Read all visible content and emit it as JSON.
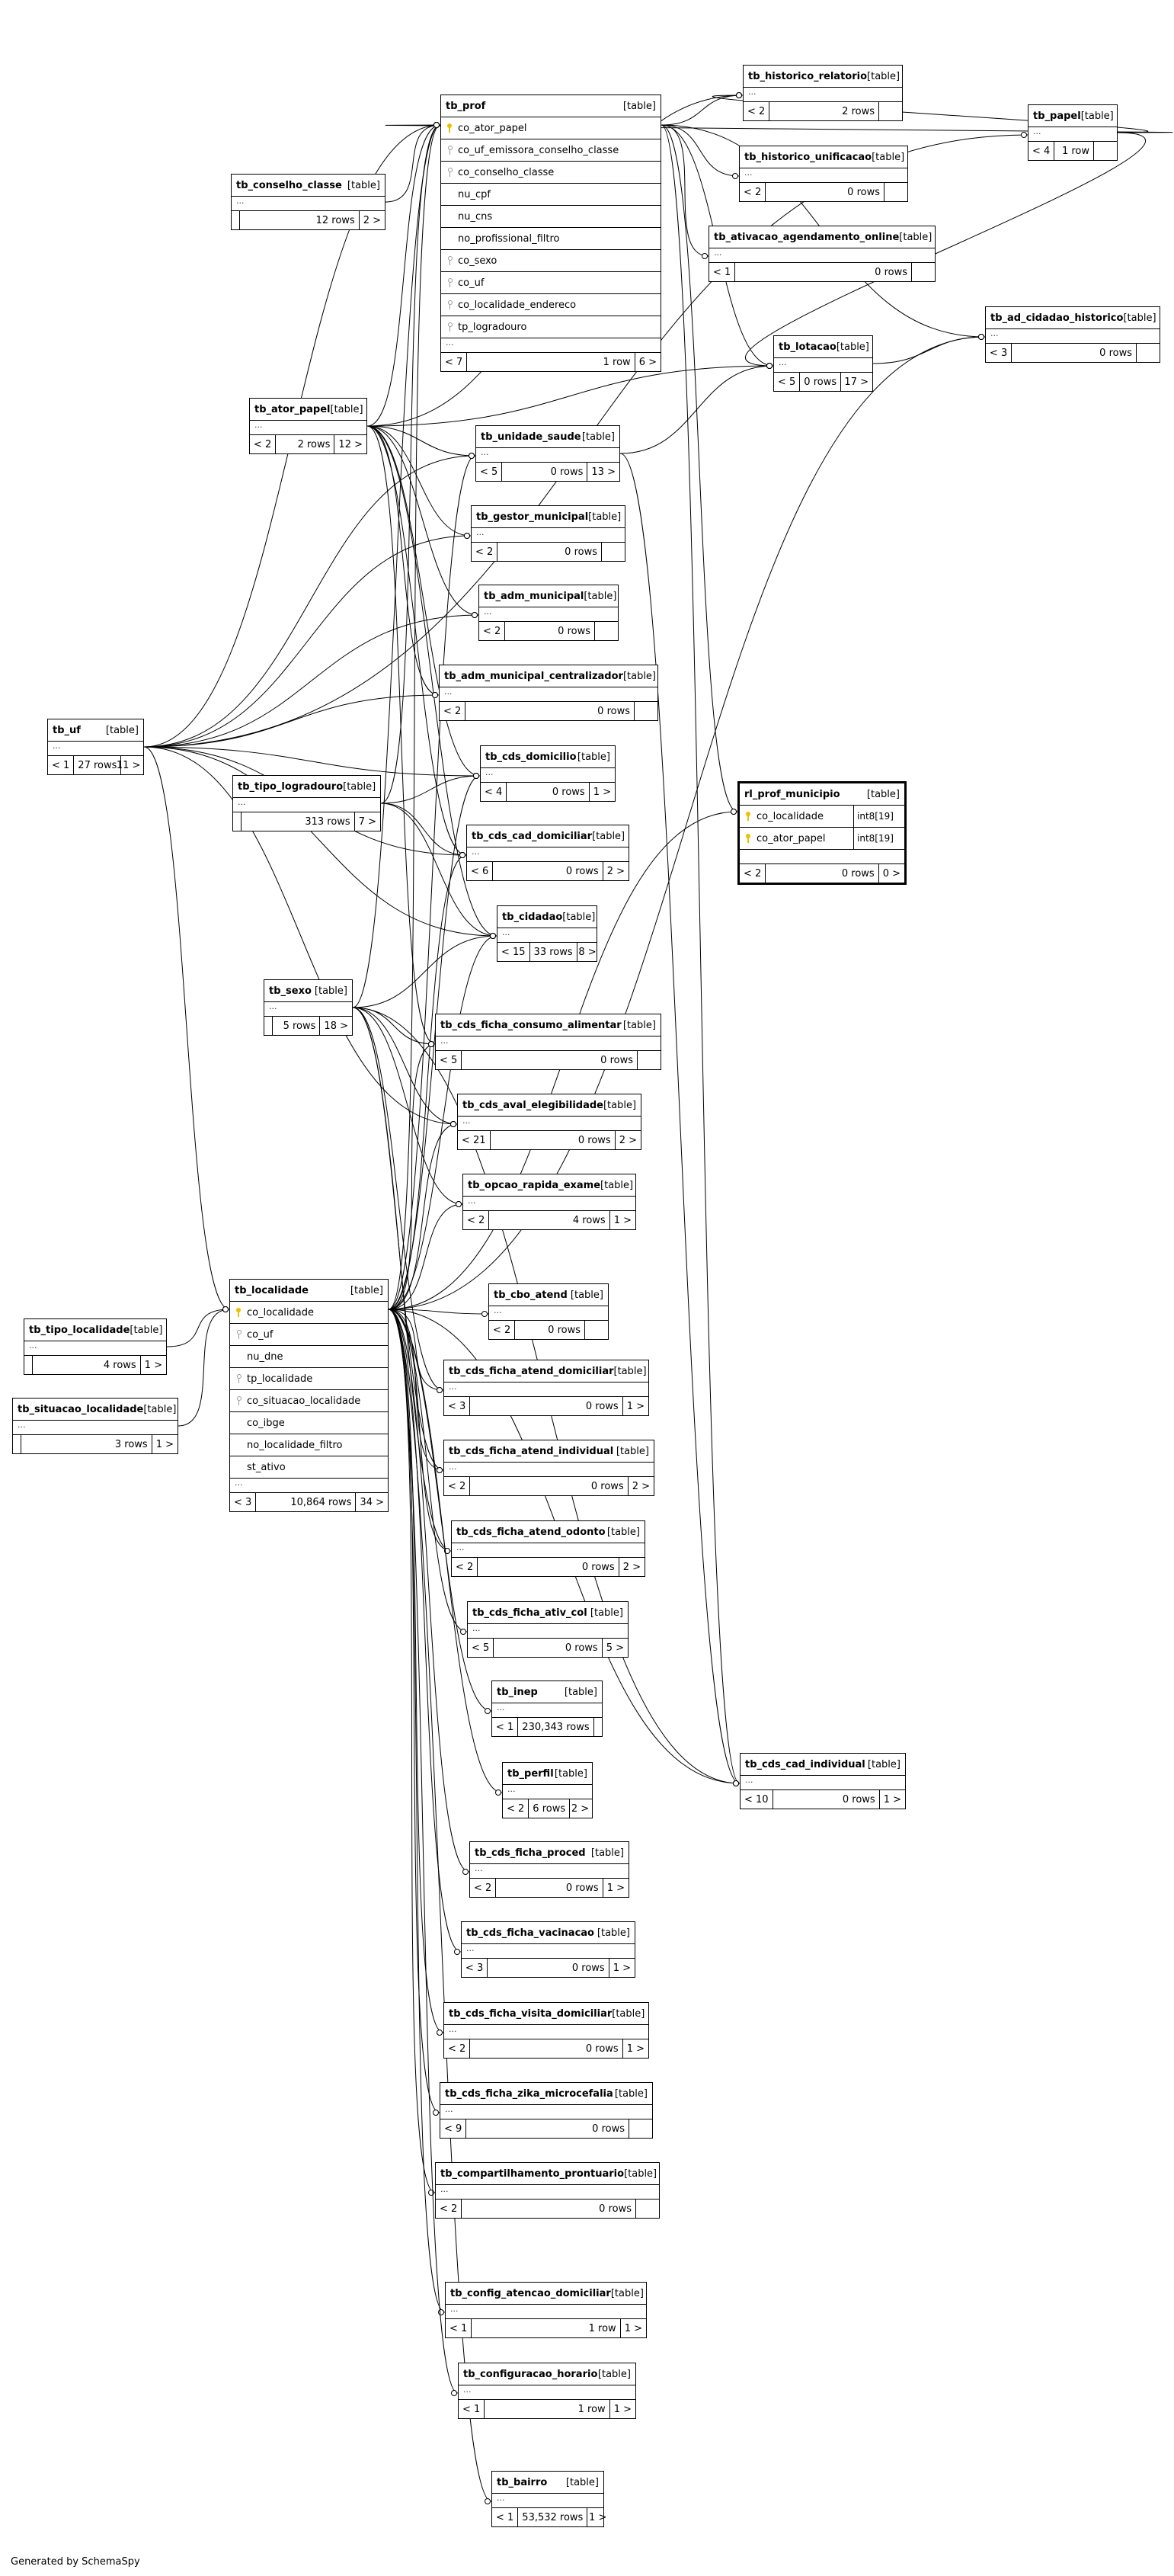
{
  "footer": "Generated by SchemaSpy",
  "table_tag": "[table]",
  "tables": [
    {
      "id": "tb_prof",
      "name": "tb_prof",
      "columns": [
        {
          "name": "co_ator_papel",
          "key": "pk"
        },
        {
          "name": "co_uf_emissora_conselho_classe",
          "key": "fk"
        },
        {
          "name": "co_conselho_classe",
          "key": "fk"
        },
        {
          "name": "nu_cpf",
          "key": "none"
        },
        {
          "name": "nu_cns",
          "key": "none"
        },
        {
          "name": "no_profissional_filtro",
          "key": "none"
        },
        {
          "name": "co_sexo",
          "key": "fk"
        },
        {
          "name": "co_uf",
          "key": "fk"
        },
        {
          "name": "co_localidade_endereco",
          "key": "fk"
        },
        {
          "name": "tp_logradouro",
          "key": "fk"
        }
      ],
      "dots": "...",
      "footer": [
        "< 7",
        "1 row",
        "6 >"
      ]
    },
    {
      "id": "tb_historico_relatorio",
      "name": "tb_historico_relatorio",
      "columns": [],
      "dots": "...",
      "footer": [
        "< 2",
        "2 rows",
        ""
      ]
    },
    {
      "id": "tb_historico_unificacao",
      "name": "tb_historico_unificacao",
      "columns": [],
      "dots": "...",
      "footer": [
        "< 2",
        "0 rows",
        ""
      ]
    },
    {
      "id": "tb_papel",
      "name": "tb_papel",
      "columns": [],
      "dots": "...",
      "footer": [
        "< 4",
        "1 row",
        ""
      ]
    },
    {
      "id": "tb_conselho_classe",
      "name": "tb_conselho_classe",
      "columns": [],
      "dots": "...",
      "footer": [
        "",
        "12 rows",
        "2 >"
      ]
    },
    {
      "id": "tb_ativacao_agendamento_online",
      "name": "tb_ativacao_agendamento_online",
      "columns": [],
      "dots": "...",
      "footer": [
        "< 1",
        "0 rows",
        ""
      ]
    },
    {
      "id": "tb_ad_cidadao_historico",
      "name": "tb_ad_cidadao_historico",
      "columns": [],
      "dots": "...",
      "footer": [
        "< 3",
        "0 rows",
        ""
      ]
    },
    {
      "id": "tb_lotacao",
      "name": "tb_lotacao",
      "columns": [],
      "dots": "...",
      "footer": [
        "< 5",
        "0 rows",
        "17 >"
      ]
    },
    {
      "id": "tb_ator_papel",
      "name": "tb_ator_papel",
      "columns": [],
      "dots": "...",
      "footer": [
        "< 2",
        "2 rows",
        "12 >"
      ]
    },
    {
      "id": "tb_unidade_saude",
      "name": "tb_unidade_saude",
      "columns": [],
      "dots": "...",
      "footer": [
        "< 5",
        "0 rows",
        "13 >"
      ]
    },
    {
      "id": "tb_gestor_municipal",
      "name": "tb_gestor_municipal",
      "columns": [],
      "dots": "...",
      "footer": [
        "< 2",
        "0 rows",
        ""
      ]
    },
    {
      "id": "tb_adm_municipal",
      "name": "tb_adm_municipal",
      "columns": [],
      "dots": "...",
      "footer": [
        "< 2",
        "0 rows",
        ""
      ]
    },
    {
      "id": "tb_adm_municipal_centralizador",
      "name": "tb_adm_municipal_centralizador",
      "columns": [],
      "dots": "...",
      "footer": [
        "< 2",
        "0 rows",
        ""
      ]
    },
    {
      "id": "tb_uf",
      "name": "tb_uf",
      "columns": [],
      "dots": "...",
      "footer": [
        "< 1",
        "27 rows",
        "11 >"
      ]
    },
    {
      "id": "tb_cds_domicilio",
      "name": "tb_cds_domicilio",
      "columns": [],
      "dots": "...",
      "footer": [
        "< 4",
        "0 rows",
        "1 >"
      ]
    },
    {
      "id": "tb_tipo_logradouro",
      "name": "tb_tipo_logradouro",
      "columns": [],
      "dots": "...",
      "footer": [
        "",
        "313 rows",
        "7 >"
      ]
    },
    {
      "id": "rl_prof_municipio",
      "name": "rl_prof_municipio",
      "focus": true,
      "columns": [
        {
          "name": "co_localidade",
          "key": "pk",
          "type": "int8[19]"
        },
        {
          "name": "co_ator_papel",
          "key": "pk",
          "type": "int8[19]"
        }
      ],
      "dots": "",
      "footer": [
        "< 2",
        "0 rows",
        "0 >"
      ]
    },
    {
      "id": "tb_cds_cad_domiciliar",
      "name": "tb_cds_cad_domiciliar",
      "columns": [],
      "dots": "...",
      "footer": [
        "< 6",
        "0 rows",
        "2 >"
      ]
    },
    {
      "id": "tb_cidadao",
      "name": "tb_cidadao",
      "columns": [],
      "dots": "...",
      "footer": [
        "< 15",
        "33 rows",
        "8 >"
      ]
    },
    {
      "id": "tb_sexo",
      "name": "tb_sexo",
      "columns": [],
      "dots": "...",
      "footer": [
        "",
        "5 rows",
        "18 >"
      ]
    },
    {
      "id": "tb_cds_ficha_consumo_alimentar",
      "name": "tb_cds_ficha_consumo_alimentar",
      "columns": [],
      "dots": "...",
      "footer": [
        "< 5",
        "0 rows",
        ""
      ]
    },
    {
      "id": "tb_cds_aval_elegibilidade",
      "name": "tb_cds_aval_elegibilidade",
      "columns": [],
      "dots": "...",
      "footer": [
        "< 21",
        "0 rows",
        "2 >"
      ]
    },
    {
      "id": "tb_opcao_rapida_exame",
      "name": "tb_opcao_rapida_exame",
      "columns": [],
      "dots": "...",
      "footer": [
        "< 2",
        "4 rows",
        "1 >"
      ]
    },
    {
      "id": "tb_localidade",
      "name": "tb_localidade",
      "columns": [
        {
          "name": "co_localidade",
          "key": "pk"
        },
        {
          "name": "co_uf",
          "key": "fk"
        },
        {
          "name": "nu_dne",
          "key": "none"
        },
        {
          "name": "tp_localidade",
          "key": "fk"
        },
        {
          "name": "co_situacao_localidade",
          "key": "fk"
        },
        {
          "name": "co_ibge",
          "key": "none"
        },
        {
          "name": "no_localidade_filtro",
          "key": "none"
        },
        {
          "name": "st_ativo",
          "key": "none"
        }
      ],
      "dots": "...",
      "footer": [
        "< 3",
        "10,864 rows",
        "34 >"
      ]
    },
    {
      "id": "tb_cbo_atend",
      "name": "tb_cbo_atend",
      "columns": [],
      "dots": "...",
      "footer": [
        "< 2",
        "0 rows",
        ""
      ]
    },
    {
      "id": "tb_tipo_localidade",
      "name": "tb_tipo_localidade",
      "columns": [],
      "dots": "...",
      "footer": [
        "",
        "4 rows",
        "1 >"
      ]
    },
    {
      "id": "tb_situacao_localidade",
      "name": "tb_situacao_localidade",
      "columns": [],
      "dots": "...",
      "footer": [
        "",
        "3 rows",
        "1 >"
      ]
    },
    {
      "id": "tb_cds_ficha_atend_domiciliar",
      "name": "tb_cds_ficha_atend_domiciliar",
      "columns": [],
      "dots": "...",
      "footer": [
        "< 3",
        "0 rows",
        "1 >"
      ]
    },
    {
      "id": "tb_cds_ficha_atend_individual",
      "name": "tb_cds_ficha_atend_individual",
      "columns": [],
      "dots": "...",
      "footer": [
        "< 2",
        "0 rows",
        "2 >"
      ]
    },
    {
      "id": "tb_cds_ficha_atend_odonto",
      "name": "tb_cds_ficha_atend_odonto",
      "columns": [],
      "dots": "...",
      "footer": [
        "< 2",
        "0 rows",
        "2 >"
      ]
    },
    {
      "id": "tb_cds_ficha_ativ_col",
      "name": "tb_cds_ficha_ativ_col",
      "columns": [],
      "dots": "...",
      "footer": [
        "< 5",
        "0 rows",
        "5 >"
      ]
    },
    {
      "id": "tb_inep",
      "name": "tb_inep",
      "columns": [],
      "dots": "...",
      "footer": [
        "< 1",
        "230,343 rows",
        ""
      ]
    },
    {
      "id": "tb_cds_cad_individual",
      "name": "tb_cds_cad_individual",
      "columns": [],
      "dots": "...",
      "footer": [
        "< 10",
        "0 rows",
        "1 >"
      ]
    },
    {
      "id": "tb_perfil",
      "name": "tb_perfil",
      "columns": [],
      "dots": "...",
      "footer": [
        "< 2",
        "6 rows",
        "2 >"
      ]
    },
    {
      "id": "tb_cds_ficha_proced",
      "name": "tb_cds_ficha_proced",
      "columns": [],
      "dots": "...",
      "footer": [
        "< 2",
        "0 rows",
        "1 >"
      ]
    },
    {
      "id": "tb_cds_ficha_vacinacao",
      "name": "tb_cds_ficha_vacinacao",
      "columns": [],
      "dots": "...",
      "footer": [
        "< 3",
        "0 rows",
        "1 >"
      ]
    },
    {
      "id": "tb_cds_ficha_visita_domiciliar",
      "name": "tb_cds_ficha_visita_domiciliar",
      "columns": [],
      "dots": "...",
      "footer": [
        "< 2",
        "0 rows",
        "1 >"
      ]
    },
    {
      "id": "tb_cds_ficha_zika_microcefalia",
      "name": "tb_cds_ficha_zika_microcefalia",
      "columns": [],
      "dots": "...",
      "footer": [
        "< 9",
        "0 rows",
        ""
      ]
    },
    {
      "id": "tb_compartilhamento_prontuario",
      "name": "tb_compartilhamento_prontuario",
      "columns": [],
      "dots": "...",
      "footer": [
        "< 2",
        "0 rows",
        ""
      ]
    },
    {
      "id": "tb_config_atencao_domiciliar",
      "name": "tb_config_atencao_domiciliar",
      "columns": [],
      "dots": "...",
      "footer": [
        "< 1",
        "1 row",
        "1 >"
      ]
    },
    {
      "id": "tb_configuracao_horario",
      "name": "tb_configuracao_horario",
      "columns": [],
      "dots": "...",
      "footer": [
        "< 1",
        "1 row",
        "1 >"
      ]
    },
    {
      "id": "tb_bairro",
      "name": "tb_bairro",
      "columns": [],
      "dots": "...",
      "footer": [
        "< 1",
        "53,532 rows",
        "1 >"
      ]
    }
  ],
  "relationships": [
    [
      "tb_prof",
      "tb_historico_relatorio"
    ],
    [
      "tb_prof",
      "tb_historico_unificacao"
    ],
    [
      "tb_prof",
      "tb_ativacao_agendamento_online"
    ],
    [
      "tb_prof",
      "tb_lotacao"
    ],
    [
      "tb_prof",
      "tb_ad_cidadao_historico"
    ],
    [
      "tb_prof",
      "rl_prof_municipio"
    ],
    [
      "tb_prof",
      "tb_cds_cad_individual"
    ],
    [
      "tb_papel",
      "tb_prof"
    ],
    [
      "tb_papel",
      "tb_historico_relatorio"
    ],
    [
      "tb_papel",
      "tb_lotacao"
    ],
    [
      "tb_conselho_classe",
      "tb_prof"
    ],
    [
      "tb_lotacao",
      "tb_ad_cidadao_historico"
    ],
    [
      "tb_ator_papel",
      "tb_prof"
    ],
    [
      "tb_ator_papel",
      "tb_unidade_saude"
    ],
    [
      "tb_ator_papel",
      "tb_gestor_municipal"
    ],
    [
      "tb_ator_papel",
      "tb_adm_municipal"
    ],
    [
      "tb_ator_papel",
      "tb_adm_municipal_centralizador"
    ],
    [
      "tb_ator_papel",
      "tb_lotacao"
    ],
    [
      "tb_ator_papel",
      "tb_historico_relatorio"
    ],
    [
      "tb_ator_papel",
      "tb_cds_domicilio"
    ],
    [
      "tb_ator_papel",
      "tb_cds_cad_domiciliar"
    ],
    [
      "tb_ator_papel",
      "tb_cidadao"
    ],
    [
      "tb_ator_papel",
      "tb_cds_ficha_consumo_alimentar"
    ],
    [
      "tb_unidade_saude",
      "tb_lotacao"
    ],
    [
      "tb_unidade_saude",
      "tb_cds_cad_individual"
    ],
    [
      "tb_uf",
      "tb_prof"
    ],
    [
      "tb_uf",
      "tb_unidade_saude"
    ],
    [
      "tb_uf",
      "tb_cds_domicilio"
    ],
    [
      "tb_uf",
      "tb_cds_cad_domiciliar"
    ],
    [
      "tb_uf",
      "tb_cidadao"
    ],
    [
      "tb_uf",
      "tb_localidade"
    ],
    [
      "tb_uf",
      "tb_papel"
    ],
    [
      "tb_uf",
      "tb_cds_aval_elegibilidade"
    ],
    [
      "tb_uf",
      "tb_adm_municipal_centralizador"
    ],
    [
      "tb_uf",
      "tb_gestor_municipal"
    ],
    [
      "tb_uf",
      "tb_adm_municipal"
    ],
    [
      "tb_tipo_logradouro",
      "tb_prof"
    ],
    [
      "tb_tipo_logradouro",
      "tb_cds_domicilio"
    ],
    [
      "tb_tipo_logradouro",
      "tb_cds_cad_domiciliar"
    ],
    [
      "tb_tipo_logradouro",
      "tb_cidadao"
    ],
    [
      "tb_sexo",
      "tb_prof"
    ],
    [
      "tb_sexo",
      "tb_cidadao"
    ],
    [
      "tb_sexo",
      "tb_cds_ficha_consumo_alimentar"
    ],
    [
      "tb_sexo",
      "tb_cds_aval_elegibilidade"
    ],
    [
      "tb_sexo",
      "tb_opcao_rapida_exame"
    ],
    [
      "tb_sexo",
      "tb_cds_cad_individual"
    ],
    [
      "tb_sexo",
      "tb_cds_ficha_atend_domiciliar"
    ],
    [
      "tb_sexo",
      "tb_cds_ficha_atend_individual"
    ],
    [
      "tb_sexo",
      "tb_cds_ficha_atend_odonto"
    ],
    [
      "tb_localidade",
      "rl_prof_municipio"
    ],
    [
      "tb_localidade",
      "tb_cbo_atend"
    ],
    [
      "tb_localidade",
      "tb_cds_ficha_atend_domiciliar"
    ],
    [
      "tb_localidade",
      "tb_cds_ficha_atend_individual"
    ],
    [
      "tb_localidade",
      "tb_cds_ficha_atend_odonto"
    ],
    [
      "tb_localidade",
      "tb_cds_ficha_ativ_col"
    ],
    [
      "tb_localidade",
      "tb_inep"
    ],
    [
      "tb_localidade",
      "tb_perfil"
    ],
    [
      "tb_localidade",
      "tb_cds_ficha_proced"
    ],
    [
      "tb_localidade",
      "tb_cds_ficha_vacinacao"
    ],
    [
      "tb_localidade",
      "tb_cds_ficha_visita_domiciliar"
    ],
    [
      "tb_localidade",
      "tb_cds_ficha_zika_microcefalia"
    ],
    [
      "tb_localidade",
      "tb_compartilhamento_prontuario"
    ],
    [
      "tb_localidade",
      "tb_config_atencao_domiciliar"
    ],
    [
      "tb_localidade",
      "tb_configuracao_horario"
    ],
    [
      "tb_localidade",
      "tb_bairro"
    ],
    [
      "tb_localidade",
      "tb_cds_cad_individual"
    ],
    [
      "tb_localidade",
      "tb_prof"
    ],
    [
      "tb_localidade",
      "tb_unidade_saude"
    ],
    [
      "tb_localidade",
      "tb_cds_domicilio"
    ],
    [
      "tb_localidade",
      "tb_cds_cad_domiciliar"
    ],
    [
      "tb_localidade",
      "tb_cidadao"
    ],
    [
      "tb_localidade",
      "tb_cds_aval_elegibilidade"
    ],
    [
      "tb_localidade",
      "tb_opcao_rapida_exame"
    ],
    [
      "tb_localidade",
      "tb_ad_cidadao_historico"
    ],
    [
      "tb_localidade",
      "tb_cds_ficha_consumo_alimentar"
    ],
    [
      "tb_tipo_localidade",
      "tb_localidade"
    ],
    [
      "tb_situacao_localidade",
      "tb_localidade"
    ]
  ]
}
